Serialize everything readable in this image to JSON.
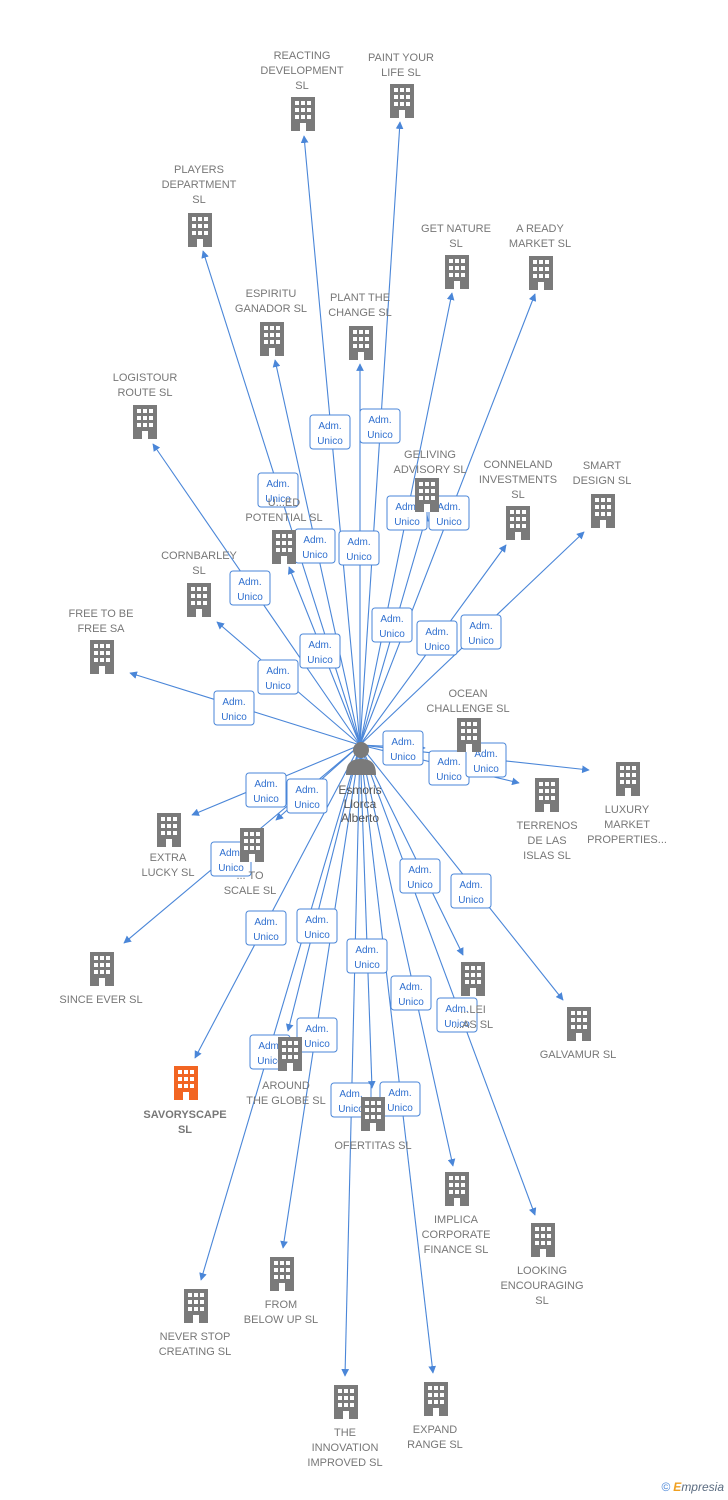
{
  "center": {
    "name_lines": [
      "Esmoris",
      "Llorca",
      "Alberto"
    ],
    "icon": "person-icon"
  },
  "edge_label_lines": [
    "Adm.",
    "Unico"
  ],
  "colors": {
    "edge": "#4a86d8",
    "building": "#7a7a7a",
    "highlight": "#f26522",
    "label": "#777777"
  },
  "companies": [
    {
      "id": "reacting-development",
      "label_lines": [
        "REACTING",
        "DEVELOPMENT",
        "SL"
      ]
    },
    {
      "id": "paint-your-life",
      "label_lines": [
        "PAINT YOUR",
        "LIFE  SL"
      ]
    },
    {
      "id": "players-department",
      "label_lines": [
        "PLAYERS",
        "DEPARTMENT",
        "SL"
      ]
    },
    {
      "id": "get-nature",
      "label_lines": [
        "GET NATURE",
        "SL"
      ]
    },
    {
      "id": "a-ready-market",
      "label_lines": [
        "A READY",
        "MARKET  SL"
      ]
    },
    {
      "id": "espiritu-ganador",
      "label_lines": [
        "ESPIRITU",
        "GANADOR SL"
      ]
    },
    {
      "id": "plant-the-change",
      "label_lines": [
        "PLANT THE",
        "CHANGE  SL"
      ]
    },
    {
      "id": "logistour-route",
      "label_lines": [
        "LOGISTOUR",
        "ROUTE  SL"
      ]
    },
    {
      "id": "geliving-advisory",
      "label_lines": [
        "GELIVING",
        "ADVISORY  SL"
      ]
    },
    {
      "id": "conneland-investments",
      "label_lines": [
        "CONNELAND",
        "INVESTMENTS",
        "SL"
      ]
    },
    {
      "id": "smart-design",
      "label_lines": [
        "SMART",
        "DESIGN  SL"
      ]
    },
    {
      "id": "unlimited-potential",
      "label_lines": [
        "U...ED",
        "POTENTIAL  SL"
      ]
    },
    {
      "id": "cornbarley",
      "label_lines": [
        "CORNBARLEY",
        "SL"
      ]
    },
    {
      "id": "free-to-be-free",
      "label_lines": [
        "FREE TO BE",
        "FREE SA"
      ]
    },
    {
      "id": "ocean-challenge",
      "label_lines": [
        "OCEAN",
        "CHALLENGE  SL"
      ]
    },
    {
      "id": "terrenos-de-las-islas",
      "label_lines": [
        "TERRENOS",
        "DE LAS",
        "ISLAS  SL"
      ]
    },
    {
      "id": "luxury-market-properties",
      "label_lines": [
        "LUXURY",
        "MARKET",
        "PROPERTIES..."
      ]
    },
    {
      "id": "extra-lucky",
      "label_lines": [
        "EXTRA",
        "LUCKY  SL"
      ]
    },
    {
      "id": "fit-to-scale",
      "label_lines": [
        "...  TO",
        "SCALE  SL"
      ]
    },
    {
      "id": "since-ever",
      "label_lines": [
        "SINCE EVER  SL"
      ]
    },
    {
      "id": "galvamur",
      "label_lines": [
        "GALVAMUR  SL"
      ]
    },
    {
      "id": "leiisas",
      "label_lines": [
        "...LEI",
        "...AS  SL"
      ]
    },
    {
      "id": "savoryscape",
      "label_lines": [
        "SAVORYSCAPE",
        "SL"
      ],
      "highlight": true
    },
    {
      "id": "around-the-globe",
      "label_lines": [
        "AROUND",
        "THE GLOBE  SL"
      ]
    },
    {
      "id": "ofertitas",
      "label_lines": [
        "OFERTITAS  SL"
      ]
    },
    {
      "id": "implica-corporate-finance",
      "label_lines": [
        "IMPLICA",
        "CORPORATE",
        "FINANCE  SL"
      ]
    },
    {
      "id": "looking-encouraging",
      "label_lines": [
        "LOOKING",
        "ENCOURAGING",
        "SL"
      ]
    },
    {
      "id": "from-below-up",
      "label_lines": [
        "FROM",
        "BELOW UP  SL"
      ]
    },
    {
      "id": "never-stop-creating",
      "label_lines": [
        "NEVER STOP",
        "CREATING  SL"
      ]
    },
    {
      "id": "the-innovation-improved",
      "label_lines": [
        "THE",
        "INNOVATION",
        "IMPROVED  SL"
      ]
    },
    {
      "id": "expand-range",
      "label_lines": [
        "EXPAND",
        "RANGE  SL"
      ]
    }
  ],
  "footer": {
    "copyright": "©",
    "brand_first": "E",
    "brand_rest": "mpresia"
  }
}
